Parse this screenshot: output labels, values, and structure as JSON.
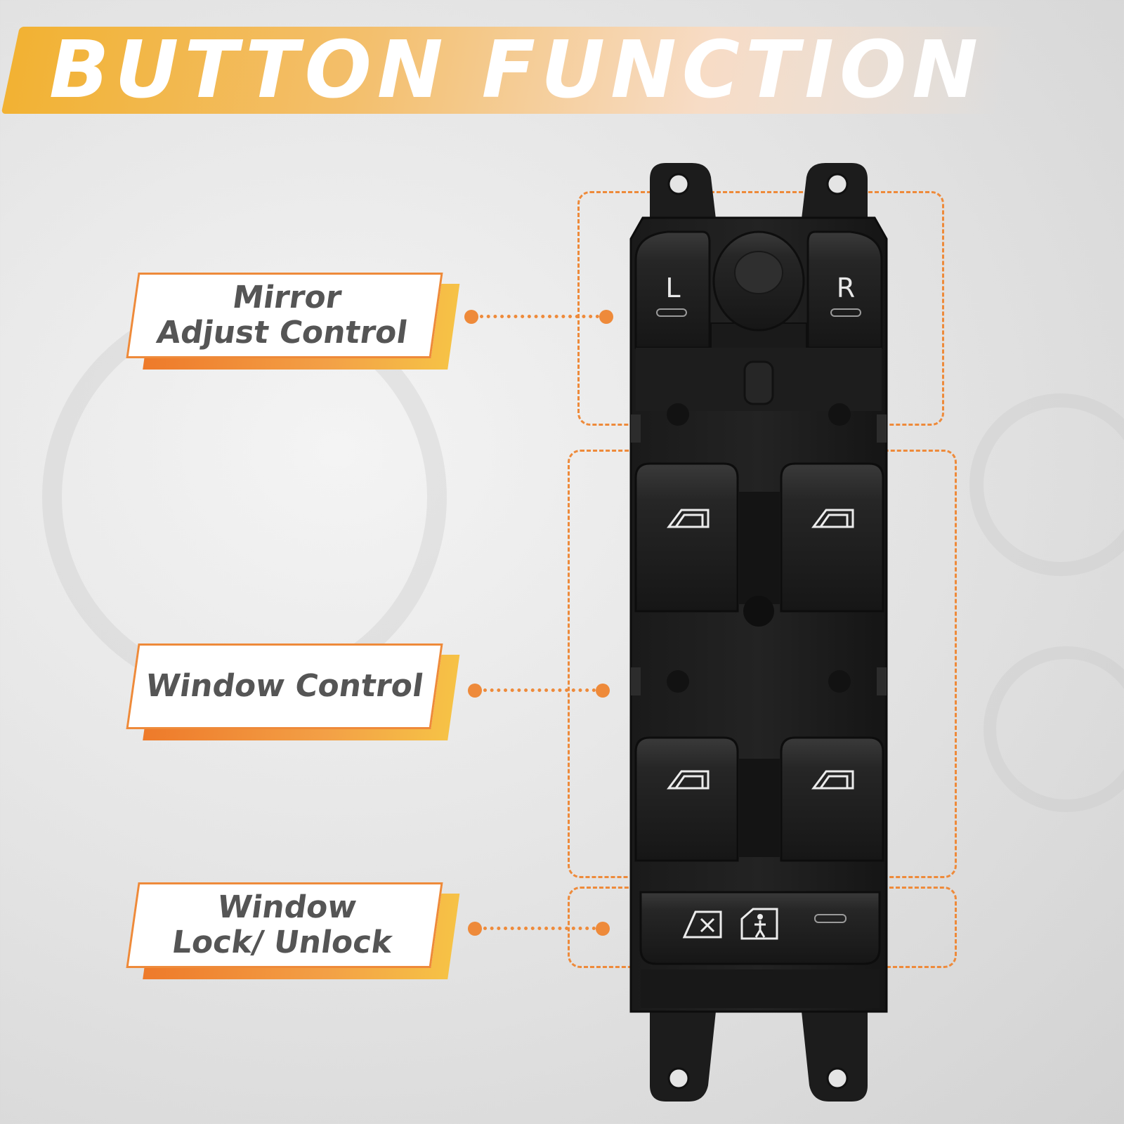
{
  "title": "BUTTON FUNCTION",
  "labels": {
    "mirror": {
      "line1": "Mirror",
      "line2": "Adjust Control"
    },
    "window": {
      "line1": "Window Control"
    },
    "lock": {
      "line1": "Window",
      "line2": "Lock/ Unlock"
    }
  },
  "switch_panel": {
    "mirror_left_label": "L",
    "mirror_right_label": "R",
    "icons": [
      "window-up-icon",
      "window-up-icon",
      "window-up-icon",
      "window-up-icon",
      "window-lock-icon",
      "child-lock-icon"
    ]
  },
  "colors": {
    "accent": "#ee8a3a",
    "banner_start": "#f2b233",
    "label_text": "#555555",
    "switch_body": "#1b1b1b"
  }
}
